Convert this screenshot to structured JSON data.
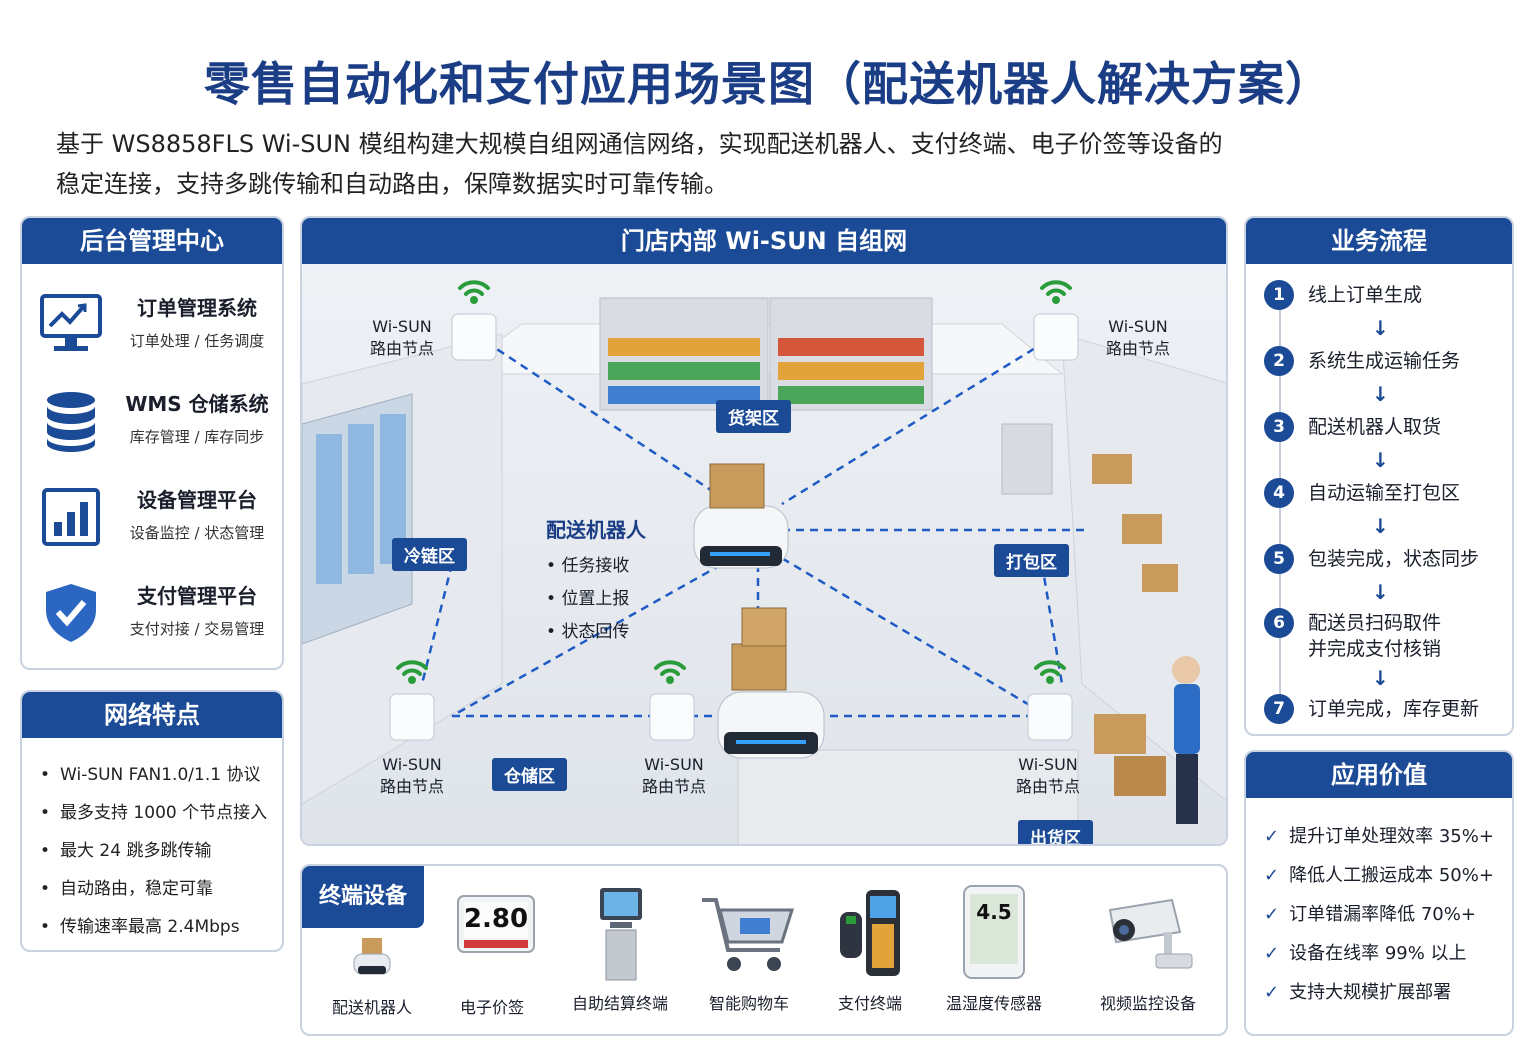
{
  "page": {
    "title": "零售自动化和支付应用场景图（配送机器人解决方案）",
    "desc_line1": "基于 WS8858FLS Wi-SUN 模组构建大规模自组网通信网络，实现配送机器人、支付终端、电子价签等设备的",
    "desc_line2": "稳定连接，支持多跳传输和自动路由，保障数据实时可靠传输。"
  },
  "colors": {
    "primary": "#1b4a96",
    "title": "#1b3d85",
    "wifi": "#2a9d3a",
    "link": "#1f5bc4"
  },
  "management": {
    "title": "后台管理中心",
    "items": [
      {
        "name": "订单管理系统",
        "sub": "订单处理 / 任务调度",
        "icon": "monitor-chart-icon"
      },
      {
        "name": "WMS 仓储系统",
        "sub": "库存管理 / 库存同步",
        "icon": "database-icon"
      },
      {
        "name": "设备管理平台",
        "sub": "设备监控 / 状态管理",
        "icon": "bar-chart-icon"
      },
      {
        "name": "支付管理平台",
        "sub": "支付对接 / 交易管理",
        "icon": "shield-check-icon"
      }
    ]
  },
  "network": {
    "title": "网络特点",
    "items": [
      "Wi-SUN FAN1.0/1.1 协议",
      "最多支持 1000 个节点接入",
      "最大 24 跳多跳传输",
      "自动路由，稳定可靠",
      "传输速率最高 2.4Mbps"
    ]
  },
  "scene": {
    "title": "门店内部 Wi-SUN 自组网",
    "node_line1": "Wi-SUN",
    "node_line2": "路由节点",
    "zones": {
      "shelf": "货架区",
      "cold": "冷链区",
      "pack": "打包区",
      "storage": "仓储区",
      "outbound": "出货区"
    },
    "robot": {
      "title": "配送机器人",
      "items": [
        "任务接收",
        "位置上报",
        "状态回传"
      ]
    }
  },
  "flow": {
    "title": "业务流程",
    "steps": [
      {
        "num": "1",
        "text": "线上订单生成"
      },
      {
        "num": "2",
        "text": "系统生成运输任务"
      },
      {
        "num": "3",
        "text": "配送机器人取货"
      },
      {
        "num": "4",
        "text": "自动运输至打包区"
      },
      {
        "num": "5",
        "text": "包装完成，状态同步"
      },
      {
        "num": "6",
        "text": "配送员扫码取件",
        "text2": "并完成支付核销"
      },
      {
        "num": "7",
        "text": "订单完成，库存更新"
      }
    ]
  },
  "value": {
    "title": "应用价值",
    "items": [
      "提升订单处理效率 35%+",
      "降低人工搬运成本 50%+",
      "订单错漏率降低 70%+",
      "设备在线率 99% 以上",
      "支持大规模扩展部署"
    ]
  },
  "devices": {
    "title": "终端设备",
    "price_tag": "2.80",
    "sensor_reading": "4.5",
    "items": [
      {
        "label": "配送机器人",
        "icon": "robot-icon"
      },
      {
        "label": "电子价签",
        "icon": "price-tag-icon"
      },
      {
        "label": "自助结算终端",
        "icon": "kiosk-icon"
      },
      {
        "label": "智能购物车",
        "icon": "cart-icon"
      },
      {
        "label": "支付终端",
        "icon": "pos-terminal-icon"
      },
      {
        "label": "温湿度传感器",
        "icon": "thermometer-icon"
      },
      {
        "label": "视频监控设备",
        "icon": "camera-icon"
      }
    ]
  }
}
